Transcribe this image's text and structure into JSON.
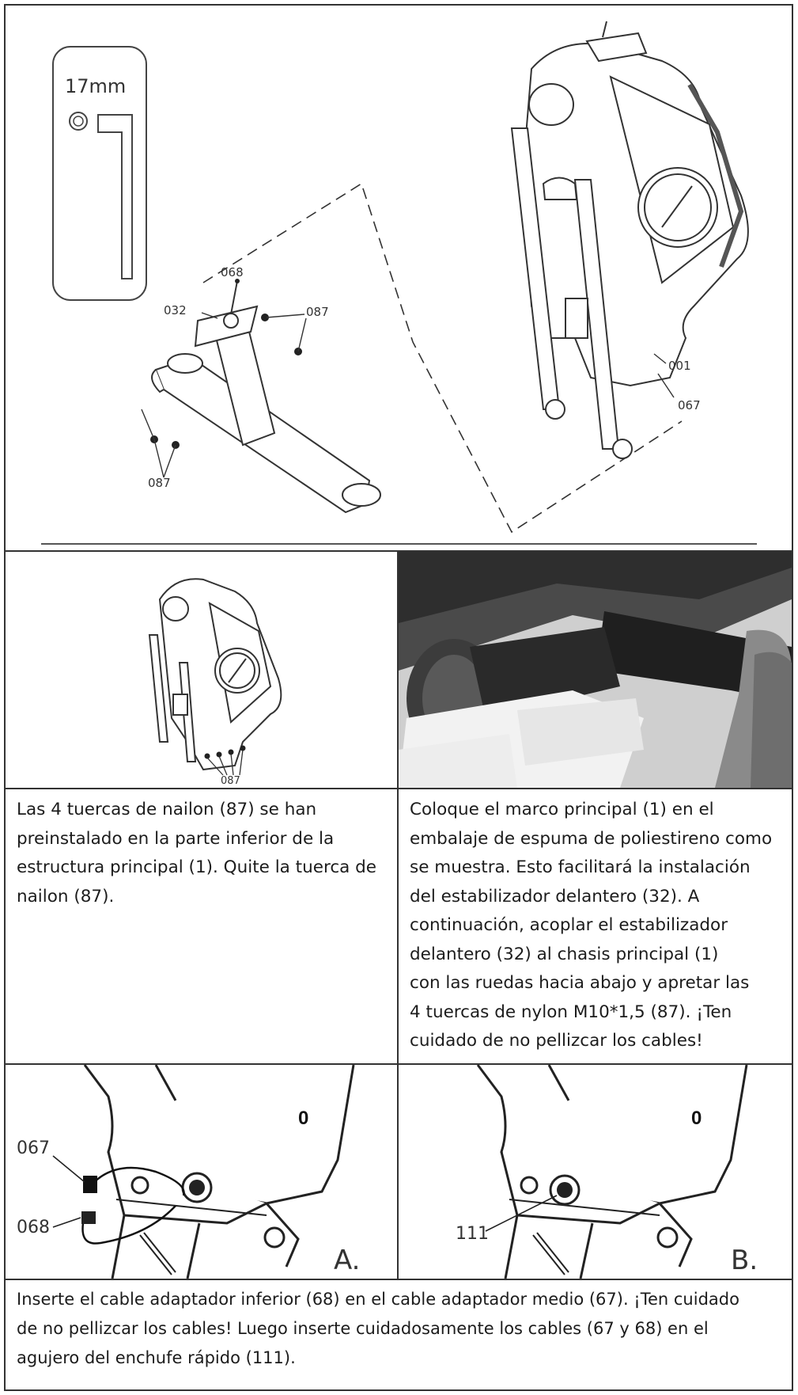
{
  "top_diagram": {
    "tool_label": "17mm",
    "callouts": [
      "068",
      "032",
      "087",
      "087",
      "001",
      "067"
    ]
  },
  "step_a": {
    "diagram_callout": "087",
    "text_lines": [
      "Las 4 tuercas de nailon (87) se han",
      "preinstalado en la parte inferior de la",
      "estructura principal (1). Quite la tuerca de",
      "nailon (87)."
    ]
  },
  "step_b": {
    "text_lines": [
      "Coloque el marco principal (1) en el",
      "embalaje de espuma de poliestireno como",
      "se muestra. Esto facilitará la instalación",
      "del estabilizador delantero (32). A",
      "continuación, acoplar el estabilizador",
      "delantero (32) al chasis principal (1)",
      "con las ruedas hacia abajo y apretar las",
      "4 tuercas de nylon M10*1,5 (87). ¡Ten",
      "cuidado de no pellizcar los cables!"
    ]
  },
  "detail_a": {
    "callouts": [
      "067",
      "068"
    ],
    "mark": "0",
    "corner_letter": "A."
  },
  "detail_b": {
    "callouts": [
      "111"
    ],
    "mark": "0",
    "corner_letter": "B."
  },
  "footer": {
    "text_lines": [
      "Inserte el cable adaptador inferior (68) en el cable adaptador medio (67). ¡Ten cuidado",
      "de no pellizcar los cables!  Luego inserte cuidadosamente los cables (67 y 68) en el",
      "agujero del enchufe rápido (111)."
    ]
  }
}
